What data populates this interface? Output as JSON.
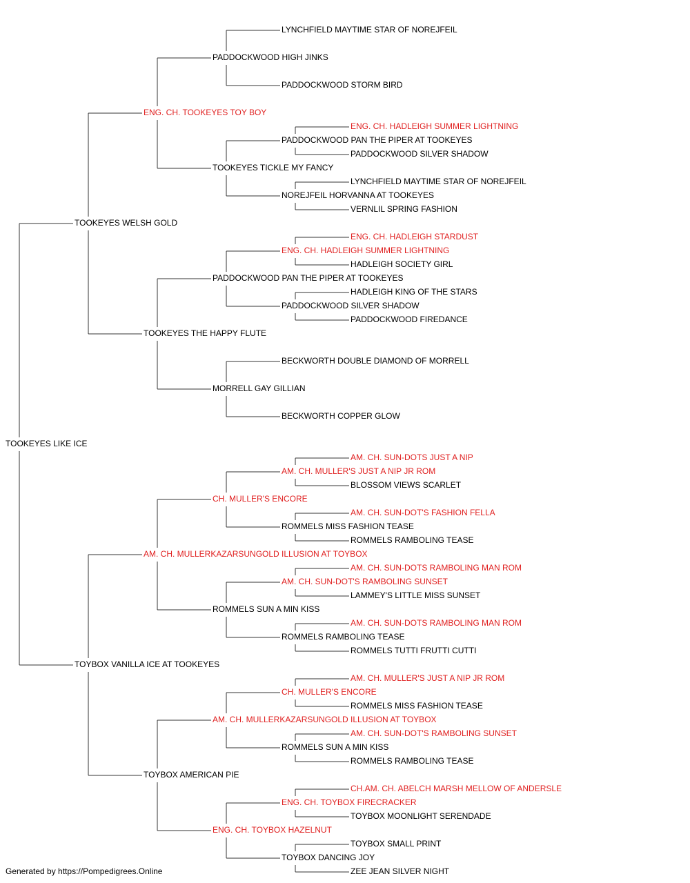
{
  "colors": {
    "champion": "#e02020",
    "normal": "#000000",
    "line": "#333333"
  },
  "footer": "Generated by https://Pompedigrees.Online",
  "pedigree": {
    "name": "TOOKEYES LIKE ICE",
    "champion": false,
    "sire": {
      "name": "TOOKEYES WELSH GOLD",
      "champion": false,
      "sire": {
        "name": "ENG. CH. TOOKEYES TOY BOY",
        "champion": true,
        "sire": {
          "name": "PADDOCKWOOD HIGH JINKS",
          "champion": false,
          "sire": {
            "name": "LYNCHFIELD MAYTIME STAR OF NOREJFEIL",
            "champion": false
          },
          "dam": {
            "name": "PADDOCKWOOD STORM BIRD",
            "champion": false
          }
        },
        "dam": {
          "name": "TOOKEYES TICKLE MY FANCY",
          "champion": false,
          "sire": {
            "name": "PADDOCKWOOD PAN THE PIPER AT TOOKEYES",
            "champion": false,
            "sire": {
              "name": "ENG. CH. HADLEIGH SUMMER LIGHTNING",
              "champion": true
            },
            "dam": {
              "name": "PADDOCKWOOD SILVER SHADOW",
              "champion": false
            }
          },
          "dam": {
            "name": "NOREJFEIL HORVANNA AT TOOKEYES",
            "champion": false,
            "sire": {
              "name": "LYNCHFIELD MAYTIME STAR OF NOREJFEIL",
              "champion": false
            },
            "dam": {
              "name": "VERNLIL SPRING FASHION",
              "champion": false
            }
          }
        }
      },
      "dam": {
        "name": "TOOKEYES THE HAPPY FLUTE",
        "champion": false,
        "sire": {
          "name": "PADDOCKWOOD PAN THE PIPER AT TOOKEYES",
          "champion": false,
          "sire": {
            "name": "ENG. CH. HADLEIGH SUMMER LIGHTNING",
            "champion": true,
            "sire": {
              "name": "ENG. CH. HADLEIGH STARDUST",
              "champion": true
            },
            "dam": {
              "name": "HADLEIGH SOCIETY GIRL",
              "champion": false
            }
          },
          "dam": {
            "name": "PADDOCKWOOD SILVER SHADOW",
            "champion": false,
            "sire": {
              "name": "HADLEIGH KING OF THE STARS",
              "champion": false
            },
            "dam": {
              "name": "PADDOCKWOOD FIREDANCE",
              "champion": false
            }
          }
        },
        "dam": {
          "name": "MORRELL GAY GILLIAN",
          "champion": false,
          "sire": {
            "name": "BECKWORTH DOUBLE DIAMOND OF MORRELL",
            "champion": false
          },
          "dam": {
            "name": "BECKWORTH COPPER GLOW",
            "champion": false
          }
        }
      }
    },
    "dam": {
      "name": "TOYBOX VANILLA ICE AT TOOKEYES",
      "champion": false,
      "sire": {
        "name": "AM. CH. MULLERKAZARSUNGOLD ILLUSION AT TOYBOX",
        "champion": true,
        "sire": {
          "name": "CH. MULLER'S ENCORE",
          "champion": true,
          "sire": {
            "name": "AM. CH. MULLER'S JUST A NIP JR ROM",
            "champion": true,
            "sire": {
              "name": "AM. CH. SUN-DOTS JUST A NIP",
              "champion": true
            },
            "dam": {
              "name": "BLOSSOM VIEWS SCARLET",
              "champion": false
            }
          },
          "dam": {
            "name": "ROMMELS MISS FASHION TEASE",
            "champion": false,
            "sire": {
              "name": "AM. CH. SUN-DOT'S FASHION FELLA",
              "champion": true
            },
            "dam": {
              "name": "ROMMELS RAMBOLING TEASE",
              "champion": false
            }
          }
        },
        "dam": {
          "name": "ROMMELS SUN A MIN KISS",
          "champion": false,
          "sire": {
            "name": "AM. CH. SUN-DOT'S RAMBOLING SUNSET",
            "champion": true,
            "sire": {
              "name": "AM. CH. SUN-DOTS RAMBOLING MAN ROM",
              "champion": true
            },
            "dam": {
              "name": "LAMMEY'S LITTLE MISS SUNSET",
              "champion": false
            }
          },
          "dam": {
            "name": "ROMMELS RAMBOLING TEASE",
            "champion": false,
            "sire": {
              "name": "AM. CH. SUN-DOTS RAMBOLING MAN ROM",
              "champion": true
            },
            "dam": {
              "name": "ROMMELS TUTTI FRUTTI CUTTI",
              "champion": false
            }
          }
        }
      },
      "dam": {
        "name": "TOYBOX AMERICAN PIE",
        "champion": false,
        "sire": {
          "name": "AM. CH. MULLERKAZARSUNGOLD ILLUSION AT TOYBOX",
          "champion": true,
          "sire": {
            "name": "CH. MULLER'S ENCORE",
            "champion": true,
            "sire": {
              "name": "AM. CH. MULLER'S JUST A NIP JR ROM",
              "champion": true
            },
            "dam": {
              "name": "ROMMELS MISS FASHION TEASE",
              "champion": false
            }
          },
          "dam": {
            "name": "ROMMELS SUN A MIN KISS",
            "champion": false,
            "sire": {
              "name": "AM. CH. SUN-DOT'S RAMBOLING SUNSET",
              "champion": true
            },
            "dam": {
              "name": "ROMMELS RAMBOLING TEASE",
              "champion": false
            }
          }
        },
        "dam": {
          "name": "ENG. CH. TOYBOX HAZELNUT",
          "champion": true,
          "sire": {
            "name": "ENG. CH. TOYBOX FIRECRACKER",
            "champion": true,
            "sire": {
              "name": "CH.AM. CH. ABELCH MARSH MELLOW OF ANDERSLE",
              "champion": true
            },
            "dam": {
              "name": "TOYBOX MOONLIGHT SERENDADE",
              "champion": false
            }
          },
          "dam": {
            "name": "TOYBOX DANCING JOY",
            "champion": false,
            "sire": {
              "name": "TOYBOX SMALL PRINT",
              "champion": false
            },
            "dam": {
              "name": "ZEE JEAN SILVER NIGHT",
              "champion": false
            }
          }
        }
      }
    }
  }
}
